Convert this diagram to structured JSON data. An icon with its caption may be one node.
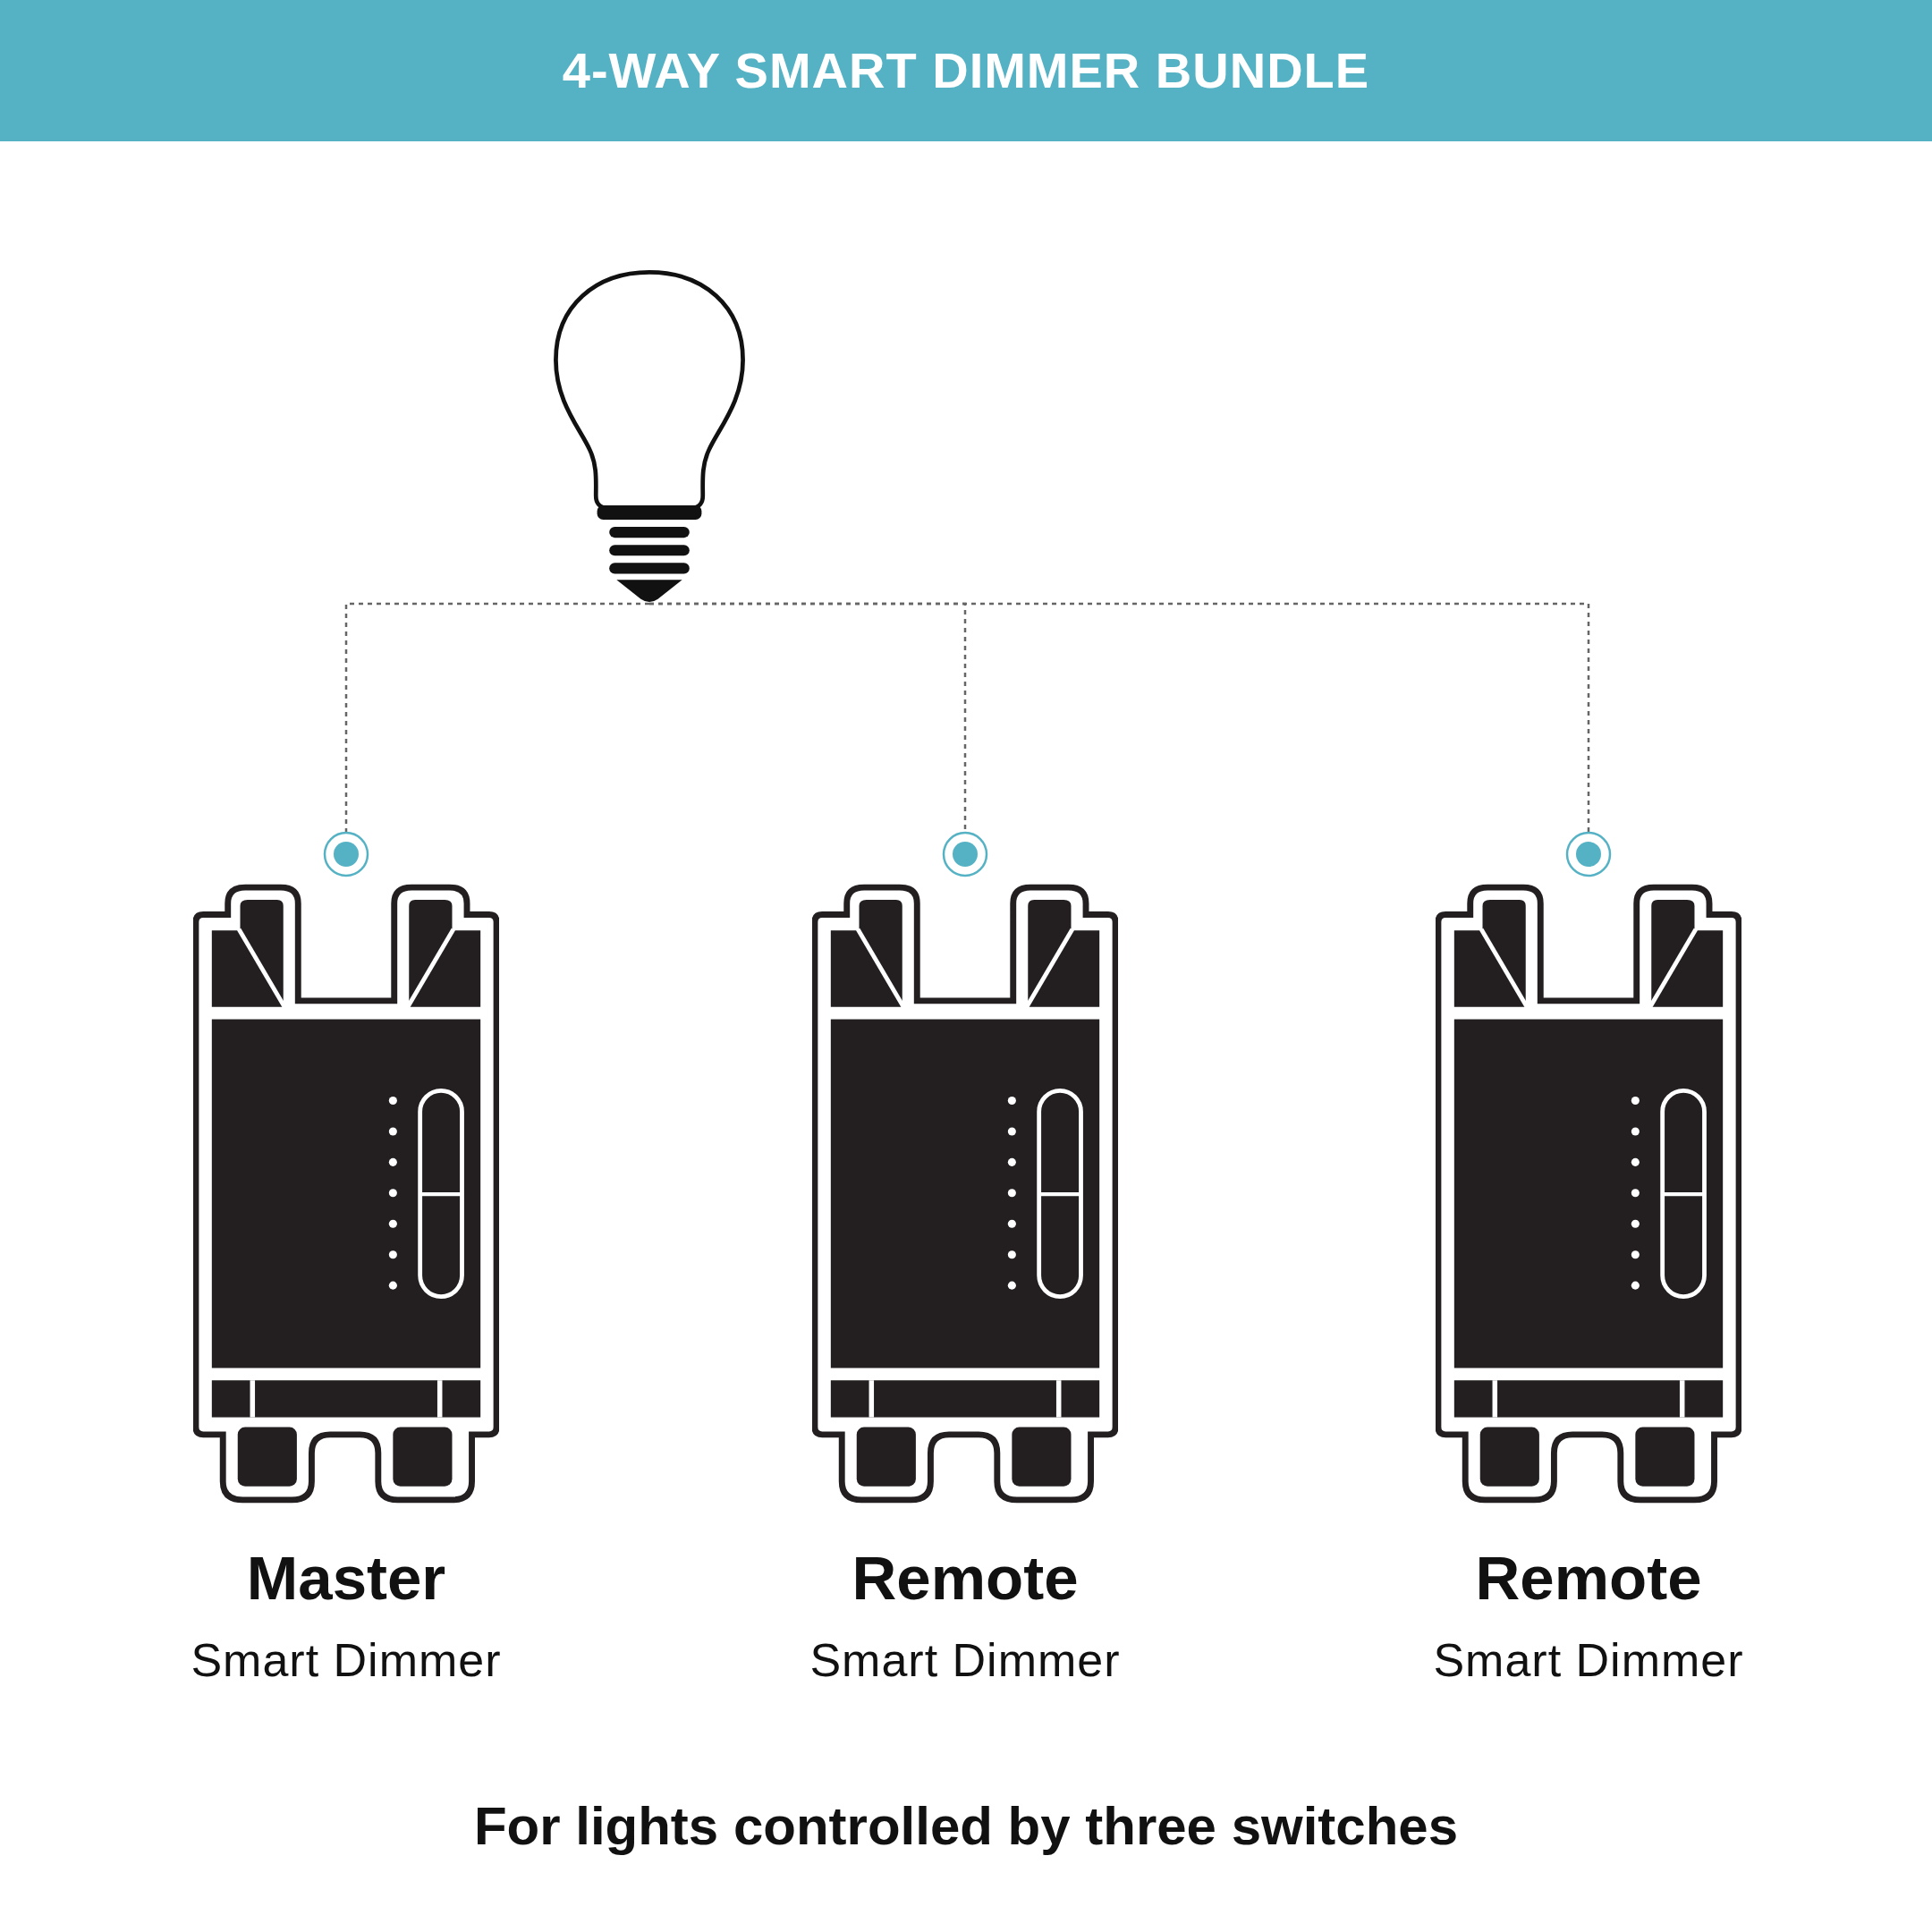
{
  "diagram": {
    "title": "4-WAY SMART DIMMER BUNDLE",
    "caption": "For lights controlled by three switches",
    "nodes": [
      {
        "text": [],
        "shape": "bulb"
      },
      {
        "text": [
          "Master",
          "Smart Dimmer"
        ]
      },
      {
        "text": [
          "Remote",
          "Smart Dimmer"
        ]
      },
      {
        "text": [
          "Remote",
          "Smart Dimmer"
        ]
      }
    ],
    "edges": [
      {
        "from": 0,
        "to": 1,
        "arrow": "other",
        "style": "dashed"
      },
      {
        "from": 0,
        "to": 2,
        "arrow": "other",
        "style": "dashed"
      },
      {
        "from": 0,
        "to": 3,
        "arrow": "other",
        "style": "dashed"
      }
    ]
  }
}
